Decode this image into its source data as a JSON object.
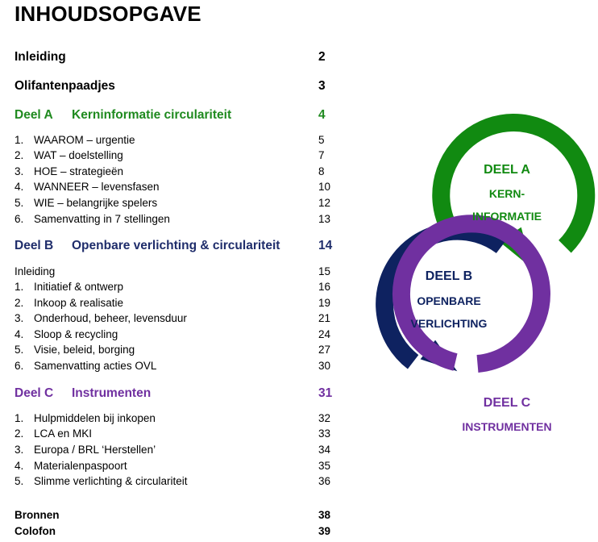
{
  "title": "INHOUDSOPGAVE",
  "intro": [
    {
      "label": "Inleiding",
      "page": "2"
    },
    {
      "label": "Olifantenpaadjes",
      "page": "3"
    }
  ],
  "parts": [
    {
      "part": "Deel A",
      "title": "Kerninformatie circulariteit",
      "page": "4",
      "color": "#1f8a1f",
      "items": [
        {
          "num": "1.",
          "label": "WAAROM – urgentie",
          "page": "5"
        },
        {
          "num": "2.",
          "label": "WAT – doelstelling",
          "page": "7"
        },
        {
          "num": "3.",
          "label": "HOE – strategieën",
          "page": "8"
        },
        {
          "num": "4.",
          "label": "WANNEER – levensfasen",
          "page": "10"
        },
        {
          "num": "5.",
          "label": "WIE – belangrijke spelers",
          "page": "12"
        },
        {
          "num": "6.",
          "label": "Samenvatting in 7 stellingen",
          "page": "13"
        }
      ]
    },
    {
      "part": "Deel B",
      "title": "Openbare verlichting & circulariteit",
      "page": "14",
      "color": "#1f2d6b",
      "items": [
        {
          "num": "",
          "label": "Inleiding",
          "page": "15"
        },
        {
          "num": "1.",
          "label": "Initiatief & ontwerp",
          "page": "16"
        },
        {
          "num": "2.",
          "label": "Inkoop & realisatie",
          "page": "19"
        },
        {
          "num": "3.",
          "label": "Onderhoud, beheer, levensduur",
          "page": "21"
        },
        {
          "num": "4.",
          "label": "Sloop & recycling",
          "page": "24"
        },
        {
          "num": "5.",
          "label": "Visie, beleid, borging",
          "page": "27"
        },
        {
          "num": "6.",
          "label": "Samenvatting acties OVL",
          "page": "30"
        }
      ]
    },
    {
      "part": "Deel C",
      "title": "Instrumenten",
      "page": "31",
      "color": "#7030a0",
      "items": [
        {
          "num": "1.",
          "label": "Hulpmiddelen bij inkopen",
          "page": "32"
        },
        {
          "num": "2.",
          "label": "LCA en MKI",
          "page": "33"
        },
        {
          "num": "3.",
          "label": "Europa / BRL ‘Herstellen’",
          "page": "34"
        },
        {
          "num": "4.",
          "label": "Materialenpaspoort",
          "page": "35"
        },
        {
          "num": "5.",
          "label": "Slimme verlichting & circulariteit",
          "page": "36"
        }
      ]
    }
  ],
  "closing": [
    {
      "label": "Bronnen",
      "page": "38"
    },
    {
      "label": "Colofon",
      "page": "39"
    }
  ],
  "diagram": {
    "a": {
      "line1": "DEEL A",
      "line2": "KERN-",
      "line3": "INFORMATIE",
      "color": "#118a11"
    },
    "b": {
      "line1": "DEEL B",
      "line2": "OPENBARE",
      "line3": "VERLICHTING",
      "color": "#0e2260"
    },
    "c": {
      "line1": "DEEL C",
      "line2": "INSTRUMENTEN",
      "color": "#7030a0"
    }
  }
}
